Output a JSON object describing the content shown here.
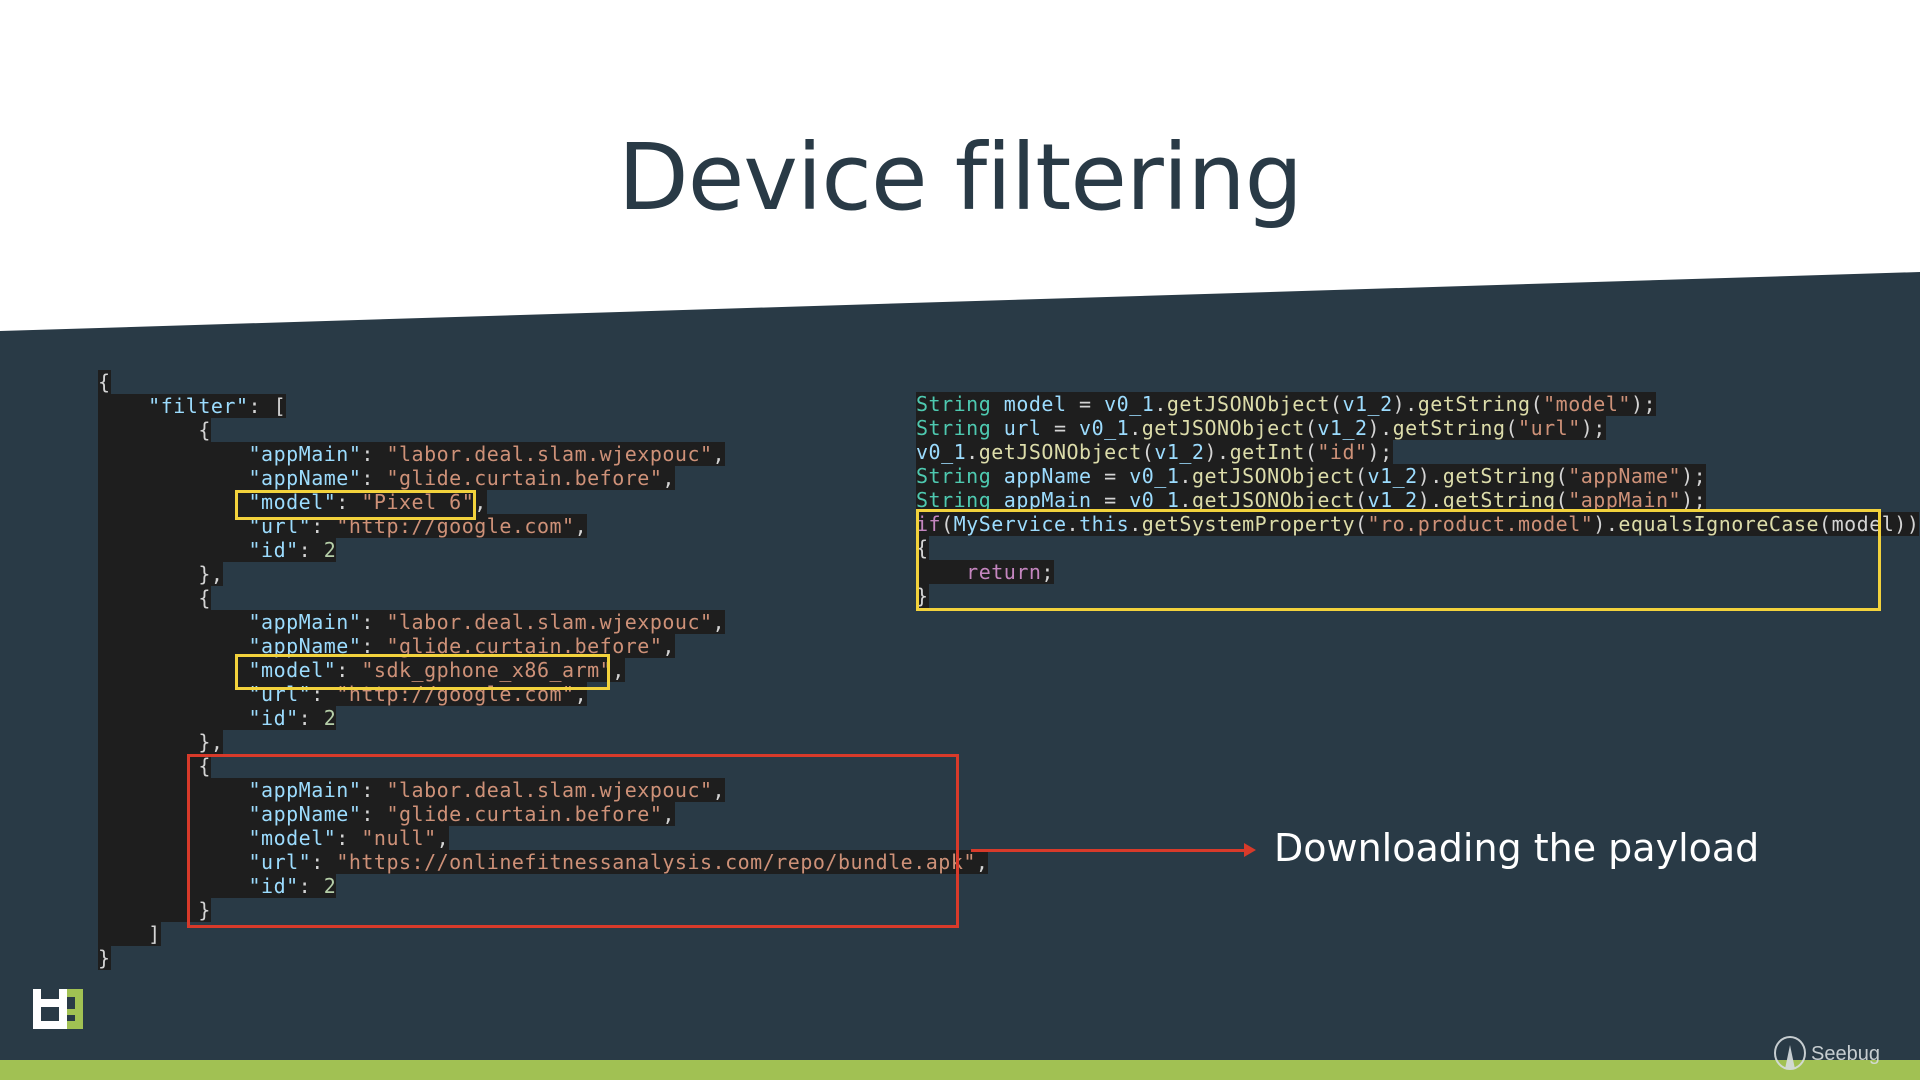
{
  "slide": {
    "title": "Device filtering",
    "callout": "Downloading the payload",
    "watermark": "Seebug",
    "colors": {
      "dark": "#293a46",
      "green": "#a1c153",
      "highlight_yellow": "#f2d23c",
      "highlight_red": "#d83a2a"
    }
  },
  "json_code": [
    [
      {
        "t": "{",
        "c": "p"
      }
    ],
    [
      {
        "t": "    ",
        "c": "p"
      },
      {
        "t": "\"filter\"",
        "c": "k"
      },
      {
        "t": ": [",
        "c": "p"
      }
    ],
    [
      {
        "t": "        {",
        "c": "p"
      }
    ],
    [
      {
        "t": "            ",
        "c": "p"
      },
      {
        "t": "\"appMain\"",
        "c": "k"
      },
      {
        "t": ": ",
        "c": "p"
      },
      {
        "t": "\"labor.deal.slam.wjexpouc\"",
        "c": "s"
      },
      {
        "t": ",",
        "c": "p"
      }
    ],
    [
      {
        "t": "            ",
        "c": "p"
      },
      {
        "t": "\"appName\"",
        "c": "k"
      },
      {
        "t": ": ",
        "c": "p"
      },
      {
        "t": "\"glide.curtain.before\"",
        "c": "s"
      },
      {
        "t": ",",
        "c": "p"
      }
    ],
    [
      {
        "t": "            ",
        "c": "p"
      },
      {
        "t": "\"model\"",
        "c": "k"
      },
      {
        "t": ": ",
        "c": "p"
      },
      {
        "t": "\"Pixel 6\"",
        "c": "s"
      },
      {
        "t": ",",
        "c": "p"
      }
    ],
    [
      {
        "t": "            ",
        "c": "p"
      },
      {
        "t": "\"url\"",
        "c": "k"
      },
      {
        "t": ": ",
        "c": "p"
      },
      {
        "t": "\"http://google.com\"",
        "c": "s"
      },
      {
        "t": ",",
        "c": "p"
      }
    ],
    [
      {
        "t": "            ",
        "c": "p"
      },
      {
        "t": "\"id\"",
        "c": "k"
      },
      {
        "t": ": ",
        "c": "p"
      },
      {
        "t": "2",
        "c": "n"
      }
    ],
    [
      {
        "t": "        },",
        "c": "p"
      }
    ],
    [
      {
        "t": "        {",
        "c": "p"
      }
    ],
    [
      {
        "t": "            ",
        "c": "p"
      },
      {
        "t": "\"appMain\"",
        "c": "k"
      },
      {
        "t": ": ",
        "c": "p"
      },
      {
        "t": "\"labor.deal.slam.wjexpouc\"",
        "c": "s"
      },
      {
        "t": ",",
        "c": "p"
      }
    ],
    [
      {
        "t": "            ",
        "c": "p"
      },
      {
        "t": "\"appName\"",
        "c": "k"
      },
      {
        "t": ": ",
        "c": "p"
      },
      {
        "t": "\"glide.curtain.before\"",
        "c": "s"
      },
      {
        "t": ",",
        "c": "p"
      }
    ],
    [
      {
        "t": "            ",
        "c": "p"
      },
      {
        "t": "\"model\"",
        "c": "k"
      },
      {
        "t": ": ",
        "c": "p"
      },
      {
        "t": "\"sdk_gphone_x86_arm\"",
        "c": "s"
      },
      {
        "t": ",",
        "c": "p"
      }
    ],
    [
      {
        "t": "            ",
        "c": "p"
      },
      {
        "t": "\"url\"",
        "c": "k"
      },
      {
        "t": ": ",
        "c": "p"
      },
      {
        "t": "\"http://google.com\"",
        "c": "s"
      },
      {
        "t": ",",
        "c": "p"
      }
    ],
    [
      {
        "t": "            ",
        "c": "p"
      },
      {
        "t": "\"id\"",
        "c": "k"
      },
      {
        "t": ": ",
        "c": "p"
      },
      {
        "t": "2",
        "c": "n"
      }
    ],
    [
      {
        "t": "        },",
        "c": "p"
      }
    ],
    [
      {
        "t": "        {",
        "c": "p"
      }
    ],
    [
      {
        "t": "            ",
        "c": "p"
      },
      {
        "t": "\"appMain\"",
        "c": "k"
      },
      {
        "t": ": ",
        "c": "p"
      },
      {
        "t": "\"labor.deal.slam.wjexpouc\"",
        "c": "s"
      },
      {
        "t": ",",
        "c": "p"
      }
    ],
    [
      {
        "t": "            ",
        "c": "p"
      },
      {
        "t": "\"appName\"",
        "c": "k"
      },
      {
        "t": ": ",
        "c": "p"
      },
      {
        "t": "\"glide.curtain.before\"",
        "c": "s"
      },
      {
        "t": ",",
        "c": "p"
      }
    ],
    [
      {
        "t": "            ",
        "c": "p"
      },
      {
        "t": "\"model\"",
        "c": "k"
      },
      {
        "t": ": ",
        "c": "p"
      },
      {
        "t": "\"null\"",
        "c": "s"
      },
      {
        "t": ",",
        "c": "p"
      }
    ],
    [
      {
        "t": "            ",
        "c": "p"
      },
      {
        "t": "\"url\"",
        "c": "k"
      },
      {
        "t": ": ",
        "c": "p"
      },
      {
        "t": "\"https://onlinefitnessanalysis.com/repo/bundle.apk\"",
        "c": "s"
      },
      {
        "t": ",",
        "c": "p"
      }
    ],
    [
      {
        "t": "            ",
        "c": "p"
      },
      {
        "t": "\"id\"",
        "c": "k"
      },
      {
        "t": ": ",
        "c": "p"
      },
      {
        "t": "2",
        "c": "n"
      }
    ],
    [
      {
        "t": "        }",
        "c": "p"
      }
    ],
    [
      {
        "t": "    ]",
        "c": "p"
      }
    ],
    [
      {
        "t": "}",
        "c": "p"
      }
    ]
  ],
  "java_code": [
    [
      {
        "t": "String",
        "c": "t"
      },
      {
        "t": " ",
        "c": "p"
      },
      {
        "t": "model",
        "c": "v"
      },
      {
        "t": " = ",
        "c": "p"
      },
      {
        "t": "v0_1",
        "c": "v"
      },
      {
        "t": ".",
        "c": "p"
      },
      {
        "t": "getJSONObject",
        "c": "m"
      },
      {
        "t": "(",
        "c": "p"
      },
      {
        "t": "v1_2",
        "c": "v"
      },
      {
        "t": ").",
        "c": "p"
      },
      {
        "t": "getString",
        "c": "m"
      },
      {
        "t": "(",
        "c": "p"
      },
      {
        "t": "\"model\"",
        "c": "s"
      },
      {
        "t": ");",
        "c": "p"
      }
    ],
    [
      {
        "t": "String",
        "c": "t"
      },
      {
        "t": " ",
        "c": "p"
      },
      {
        "t": "url",
        "c": "v"
      },
      {
        "t": " = ",
        "c": "p"
      },
      {
        "t": "v0_1",
        "c": "v"
      },
      {
        "t": ".",
        "c": "p"
      },
      {
        "t": "getJSONObject",
        "c": "m"
      },
      {
        "t": "(",
        "c": "p"
      },
      {
        "t": "v1_2",
        "c": "v"
      },
      {
        "t": ").",
        "c": "p"
      },
      {
        "t": "getString",
        "c": "m"
      },
      {
        "t": "(",
        "c": "p"
      },
      {
        "t": "\"url\"",
        "c": "s"
      },
      {
        "t": ");",
        "c": "p"
      }
    ],
    [
      {
        "t": "v0_1",
        "c": "v"
      },
      {
        "t": ".",
        "c": "p"
      },
      {
        "t": "getJSONObject",
        "c": "m"
      },
      {
        "t": "(",
        "c": "p"
      },
      {
        "t": "v1_2",
        "c": "v"
      },
      {
        "t": ").",
        "c": "p"
      },
      {
        "t": "getInt",
        "c": "m"
      },
      {
        "t": "(",
        "c": "p"
      },
      {
        "t": "\"id\"",
        "c": "s"
      },
      {
        "t": ");",
        "c": "p"
      }
    ],
    [
      {
        "t": "String",
        "c": "t"
      },
      {
        "t": " ",
        "c": "p"
      },
      {
        "t": "appName",
        "c": "v"
      },
      {
        "t": " = ",
        "c": "p"
      },
      {
        "t": "v0_1",
        "c": "v"
      },
      {
        "t": ".",
        "c": "p"
      },
      {
        "t": "getJSONObject",
        "c": "m"
      },
      {
        "t": "(",
        "c": "p"
      },
      {
        "t": "v1_2",
        "c": "v"
      },
      {
        "t": ").",
        "c": "p"
      },
      {
        "t": "getString",
        "c": "m"
      },
      {
        "t": "(",
        "c": "p"
      },
      {
        "t": "\"appName\"",
        "c": "s"
      },
      {
        "t": ");",
        "c": "p"
      }
    ],
    [
      {
        "t": "String",
        "c": "t"
      },
      {
        "t": " ",
        "c": "p"
      },
      {
        "t": "appMain",
        "c": "v"
      },
      {
        "t": " = ",
        "c": "p"
      },
      {
        "t": "v0_1",
        "c": "v"
      },
      {
        "t": ".",
        "c": "p"
      },
      {
        "t": "getJSONObject",
        "c": "m"
      },
      {
        "t": "(",
        "c": "p"
      },
      {
        "t": "v1_2",
        "c": "v"
      },
      {
        "t": ").",
        "c": "p"
      },
      {
        "t": "getString",
        "c": "m"
      },
      {
        "t": "(",
        "c": "p"
      },
      {
        "t": "\"appMain\"",
        "c": "s"
      },
      {
        "t": ");",
        "c": "p"
      }
    ],
    [
      {
        "t": "if",
        "c": "kw"
      },
      {
        "t": "(",
        "c": "p"
      },
      {
        "t": "MyService",
        "c": "v"
      },
      {
        "t": ".",
        "c": "p"
      },
      {
        "t": "this",
        "c": "v"
      },
      {
        "t": ".",
        "c": "p"
      },
      {
        "t": "getSystemProperty",
        "c": "m"
      },
      {
        "t": "(",
        "c": "p"
      },
      {
        "t": "\"ro.product.model\"",
        "c": "s"
      },
      {
        "t": ").",
        "c": "p"
      },
      {
        "t": "equalsIgnoreCase",
        "c": "m"
      },
      {
        "t": "(model))",
        "c": "p"
      }
    ],
    [
      {
        "t": "{",
        "c": "p"
      }
    ],
    [
      {
        "t": "    ",
        "c": "p"
      },
      {
        "t": "return",
        "c": "kw"
      },
      {
        "t": ";",
        "c": "p"
      }
    ],
    [
      {
        "t": "}",
        "c": "p"
      }
    ]
  ]
}
